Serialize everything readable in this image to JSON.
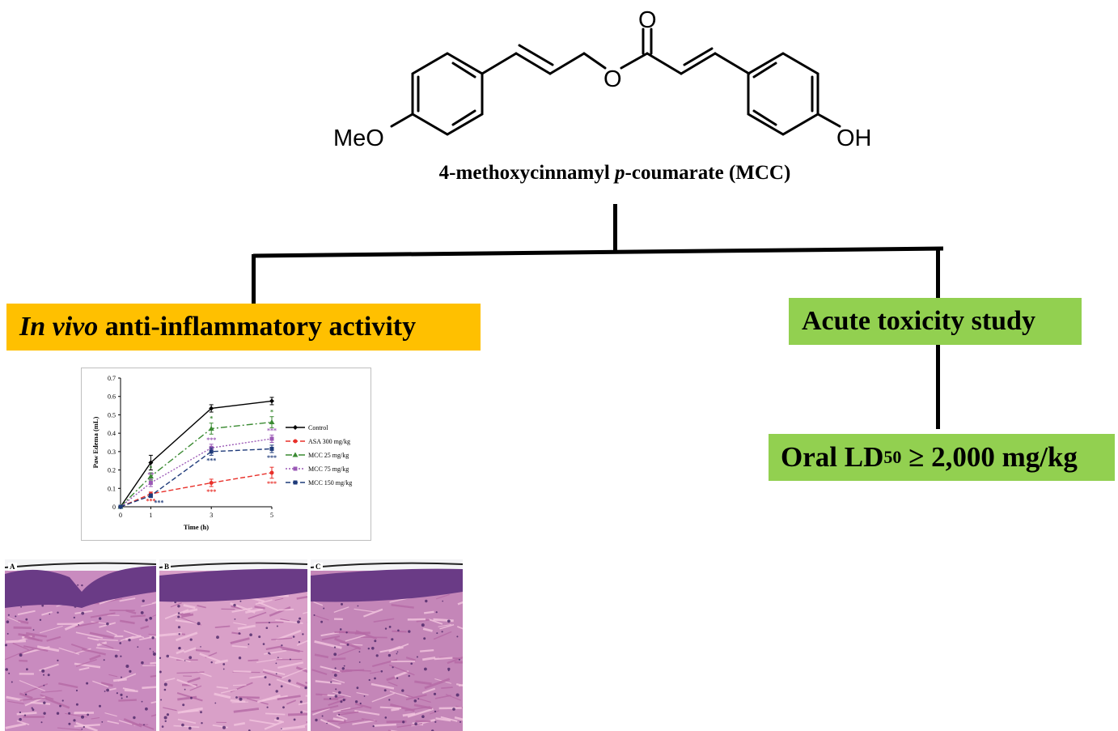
{
  "molecule": {
    "label_left": "MeO",
    "label_right": "OH",
    "carbonyl_o": "O",
    "ester_o": "O"
  },
  "compound": {
    "name_prefix": "4-methoxycinnamyl ",
    "name_italic": "p",
    "name_suffix": "-coumarate (MCC)"
  },
  "boxes": {
    "invivo_italic": "In vivo",
    "invivo_rest": " anti-inflammatory activity",
    "toxicity": "Acute toxicity study",
    "ld50_pre": "Oral LD",
    "ld50_sub": "50",
    "ld50_post": " ≥ 2,000 mg/kg",
    "color_invivo": "#ffc000",
    "color_tox": "#92d050"
  },
  "histology": {
    "panels": [
      "A",
      "B",
      "C"
    ],
    "tissue_colors": [
      "#c98bbf",
      "#d9a0c8",
      "#c486b8"
    ],
    "epidermis_color": "#6a3b86"
  },
  "chart_data": {
    "type": "line",
    "xlabel": "Time (h)",
    "ylabel": "Paw Edema (mL)",
    "x": [
      0,
      1,
      3,
      5
    ],
    "xticks": [
      "0",
      "1",
      "3",
      "5"
    ],
    "yticks": [
      "0",
      "0.1",
      "0.2",
      "0.3",
      "0.4",
      "0.5",
      "0.6",
      "0.7"
    ],
    "ylim": [
      0,
      0.7
    ],
    "xlim": [
      0,
      5
    ],
    "legend_position": "right",
    "series": [
      {
        "name": "Control",
        "values": [
          0,
          0.24,
          0.535,
          0.575
        ],
        "errors": [
          0,
          0.04,
          0.02,
          0.02
        ],
        "color": "#000000",
        "marker": "diamond",
        "dash": "",
        "sig": [
          "",
          "",
          "",
          ""
        ]
      },
      {
        "name": "ASA 300 mg/kg",
        "values": [
          0,
          0.07,
          0.13,
          0.185
        ],
        "errors": [
          0,
          0.01,
          0.02,
          0.03
        ],
        "color": "#e8302a",
        "marker": "circle",
        "dash": "6,3",
        "sig": [
          "",
          "***",
          "***",
          "***"
        ]
      },
      {
        "name": "MCC 25 mg/kg",
        "values": [
          0,
          0.165,
          0.425,
          0.46
        ],
        "errors": [
          0,
          0.02,
          0.03,
          0.03
        ],
        "color": "#3a8a32",
        "marker": "triangle",
        "dash": "8,3,2,3",
        "sig": [
          "",
          "*",
          "*",
          "*"
        ]
      },
      {
        "name": "MCC 75 mg/kg",
        "values": [
          0,
          0.13,
          0.32,
          0.37
        ],
        "errors": [
          0,
          0.02,
          0.02,
          0.02
        ],
        "color": "#9b59b6",
        "marker": "square",
        "dash": "2,2",
        "sig": [
          "",
          "**",
          "***",
          "***"
        ]
      },
      {
        "name": "MCC 150 mg/kg",
        "values": [
          0,
          0.06,
          0.3,
          0.315
        ],
        "errors": [
          0,
          0.01,
          0.02,
          0.02
        ],
        "color": "#1f3b7a",
        "marker": "square",
        "dash": "6,3",
        "sig": [
          "",
          "***",
          "***",
          "***"
        ]
      }
    ]
  }
}
